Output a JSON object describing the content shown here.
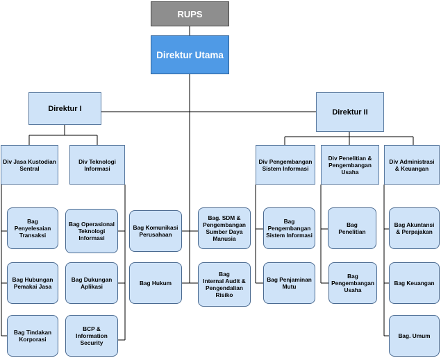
{
  "chart": {
    "rups": "RUPS",
    "direktur_utama": "Direktur Utama",
    "direktur_1": "Direktur I",
    "direktur_2": "Direktur II",
    "divisions": {
      "jasa_kustodian": "Div Jasa Kustodian\nSentral",
      "teknologi_informasi": "Div Teknologi\nInformasi",
      "pengembangan_si": "Div Pengembangan\nSistem Informasi",
      "penelitian": "Div Penelitian &\nPengembangan\nUsaha",
      "administrasi": "Div Administrasi\n& Keuangan"
    },
    "departments": {
      "penyelesaian": "Bag\nPenyelesaian\nTransaksi",
      "hubungan_pemakai": "Bag Hubungan\nPemakai Jasa",
      "tindakan_korporasi": "Bag Tindakan\nKorporasi",
      "operasional_ti": "Bag Operasional\nTeknologi\nInformasi",
      "dukungan_aplikasi": "Bag Dukungan\nAplikasi",
      "bcp": "BCP &\nInformation\nSecurity",
      "komunikasi": "Bag Komunikasi\nPerusahaan",
      "hukum": "Bag Hukum",
      "sdm": "Bag. SDM &\nPengembangan\nSumber Daya\nManusia",
      "internal_audit": "Bag\nInternal Audit &\nPengendalian\nRisiko",
      "pengembangan_si": "Bag\nPengembangan\nSistem Informasi",
      "penjaminan_mutu": "Bag Penjaminan\nMutu",
      "penelitian": "Bag\nPenelitian",
      "pengembangan_usaha": "Bag\nPengembangan\nUsaha",
      "akuntansi": "Bag Akuntansi\n& Perpajakan",
      "keuangan": "Bag Keuangan",
      "umum": "Bag. Umum"
    }
  }
}
